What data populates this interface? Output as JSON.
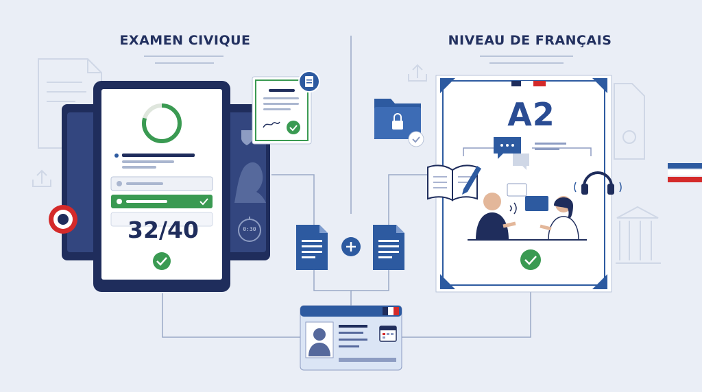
{
  "left_panel": {
    "heading": "EXAMEN CIVIQUE",
    "score": "32/40",
    "timer": "0:30"
  },
  "right_panel": {
    "heading": "NIVEAU DE FRANÇAIS",
    "level": "A2"
  },
  "icons": {
    "progress-ring": "progress-ring-icon",
    "certificate": "certificate-icon",
    "locked-folder": "locked-folder-icon",
    "document": "document-icon",
    "plus": "plus-icon",
    "id-card": "id-card-icon",
    "open-book": "open-book-icon",
    "speech-bubbles": "speech-bubbles-icon",
    "headphones": "headphones-icon",
    "stopwatch": "stopwatch-icon",
    "calendar": "calendar-icon",
    "rosette": "rosette-icon",
    "french-flag": "french-flag-icon",
    "check": "check-circle-icon"
  },
  "colors": {
    "navy": "#1f2d5c",
    "blue": "#2d5aa0",
    "green": "#3a9a52",
    "red": "#d42a2a",
    "background": "#eaeef6"
  }
}
